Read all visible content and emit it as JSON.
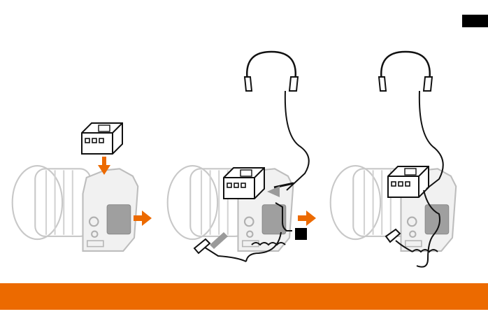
{
  "page": {
    "lang_tab_color": "#000000",
    "accent": "#ec6a00",
    "band_color": "#ec6a00"
  },
  "steps": [
    {
      "name": "step-1-attach-receiver"
    },
    {
      "name": "step-2-connect-cables"
    },
    {
      "name": "step-3-assembled"
    }
  ],
  "icons": [
    "camera-icon",
    "receiver-icon",
    "headphones-icon",
    "coiled-cable-icon",
    "arrow-right-icon",
    "arrow-down-icon"
  ]
}
